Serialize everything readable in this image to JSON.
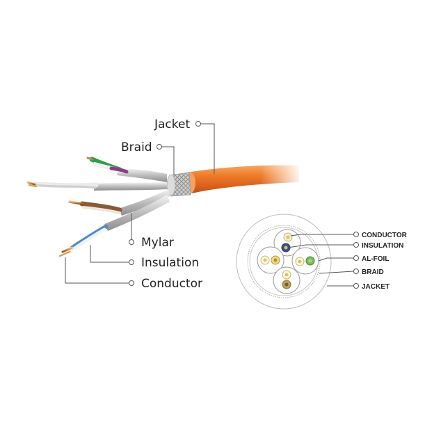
{
  "cable_labels": {
    "jacket": "Jacket",
    "braid": "Braid",
    "mylar": "Mylar",
    "insulation": "Insulation",
    "conductor": "Conductor"
  },
  "cross_section_labels": {
    "conductor": "CONDUCTOR",
    "insulation": "INSULATION",
    "al_foil": "AL-FOIL",
    "braid": "BRAID",
    "jacket": "JACKET"
  },
  "colors": {
    "jacket_orange": "#e8701f",
    "braid_silver": "#c9c9c9",
    "foil": "#d9d9d9",
    "copper": "#c9874a",
    "leader": "#555555"
  }
}
